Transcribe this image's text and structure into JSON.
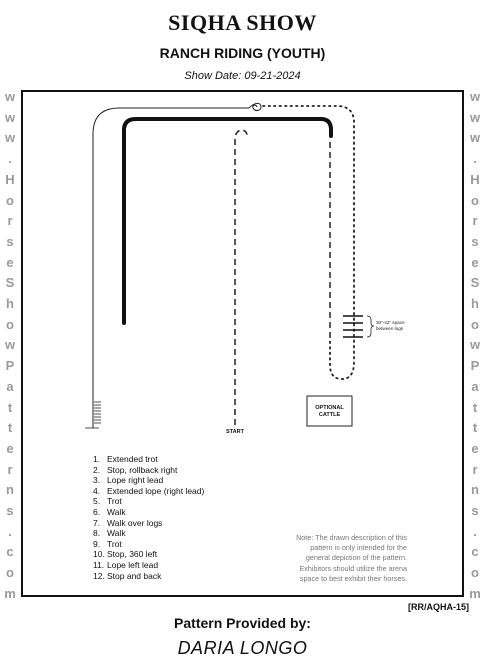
{
  "header": {
    "title": "SIQHA SHOW",
    "subtitle": "RANCH RIDING (YOUTH)",
    "show_date": "Show Date: 09-21-2024"
  },
  "watermark": "www.HorseShowPatterns.com",
  "diagram": {
    "start_label": "START",
    "cattle_label_1": "OPTIONAL",
    "cattle_label_2": "CATTLE",
    "log_note_1": "30\"-42\" space",
    "log_note_2": "between logs"
  },
  "steps": [
    {
      "num": "1.",
      "text": "Extended trot"
    },
    {
      "num": "2.",
      "text": "Stop, rollback right"
    },
    {
      "num": "3.",
      "text": "Lope right lead"
    },
    {
      "num": "4.",
      "text": "Extended lope (right lead)"
    },
    {
      "num": "5.",
      "text": "Trot"
    },
    {
      "num": "6.",
      "text": "Walk"
    },
    {
      "num": "7.",
      "text": "Walk over logs"
    },
    {
      "num": "8.",
      "text": "Walk"
    },
    {
      "num": "9.",
      "text": "Trot"
    },
    {
      "num": "10.",
      "text": "Stop, 360 left"
    },
    {
      "num": "11.",
      "text": "Lope left lead"
    },
    {
      "num": "12.",
      "text": "Stop and back"
    }
  ],
  "note": {
    "line1": "Note: The drawn description of this",
    "line2": "pattern is only intended for the",
    "line3": "general depiction of the pattern.",
    "line4": "Exhibitors should utilize the arena",
    "line5": "space to best exhibit their horses."
  },
  "footer": {
    "pattern_code": "[RR/AQHA-15]",
    "provided_by": "Pattern Provided by:",
    "author": "DARIA LONGO"
  }
}
